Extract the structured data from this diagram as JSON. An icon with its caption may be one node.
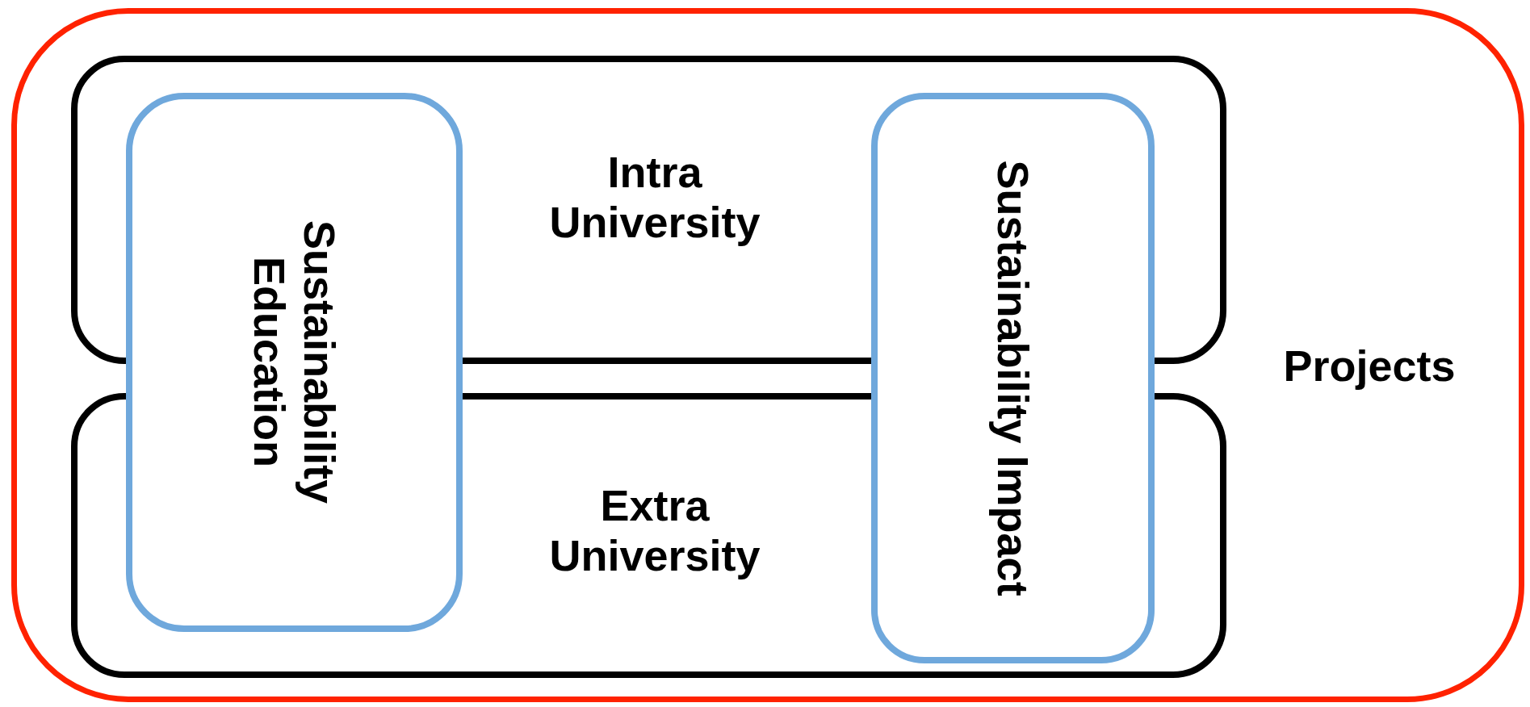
{
  "diagram": {
    "nodes": [
      {
        "text": [
          "Projects"
        ]
      },
      {
        "text": [
          "Intra University"
        ],
        "in": 0
      },
      {
        "text": [
          "Extra University"
        ],
        "in": 0
      },
      {
        "text": [
          "Sustainability Education"
        ],
        "in": 0
      },
      {
        "text": [
          "Sustainability Impact"
        ],
        "in": 0
      }
    ],
    "edges": []
  }
}
